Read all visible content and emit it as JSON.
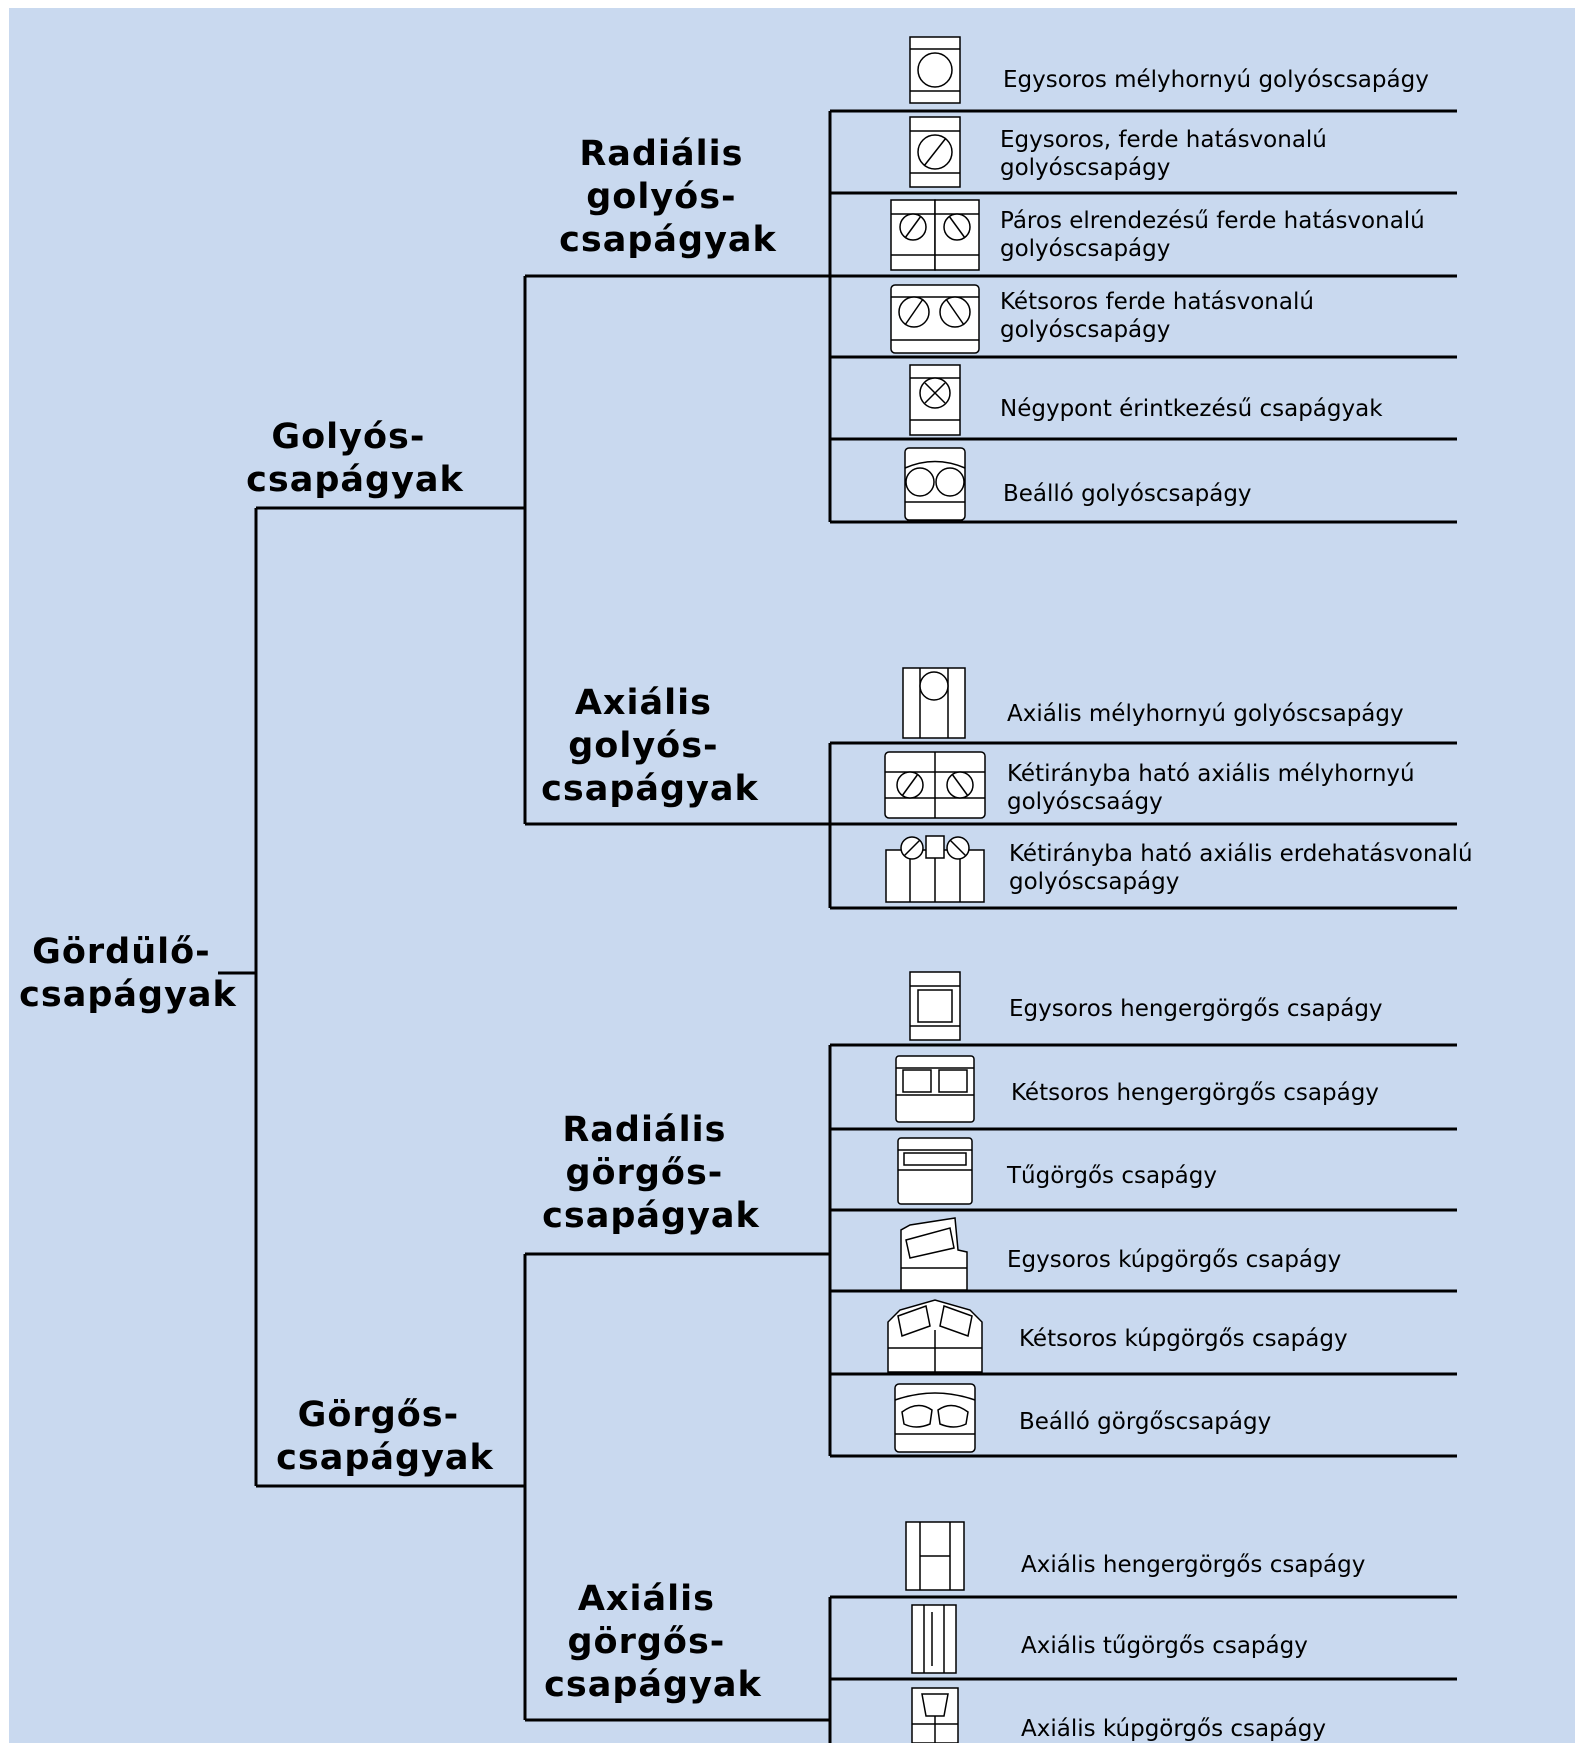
{
  "root": {
    "line1": "Gördülő-",
    "line2": "csapágyak"
  },
  "branches": {
    "ball": {
      "line1": "Golyós-",
      "line2": "csapágyak",
      "radial": {
        "line1": "Radiális",
        "line2": "golyós-",
        "line3": "csapágyak",
        "items": [
          {
            "icon": "deep-groove-ball-bearing-icon",
            "lines": [
              "Egysoros mélyhornyú golyóscsapágy"
            ]
          },
          {
            "icon": "angular-contact-ball-bearing-icon",
            "lines": [
              "Egysoros, ferde hatásvonalú",
              "golyóscsapágy"
            ]
          },
          {
            "icon": "paired-angular-contact-ball-bearing-icon",
            "lines": [
              "Páros elrendezésű ferde hatásvonalú",
              "golyóscsapágy"
            ]
          },
          {
            "icon": "double-row-angular-contact-ball-bearing-icon",
            "lines": [
              "Kétsoros ferde hatásvonalú",
              "golyóscsapágy"
            ]
          },
          {
            "icon": "four-point-contact-bearing-icon",
            "lines": [
              "Négypont érintkezésű csapágyak"
            ]
          },
          {
            "icon": "self-aligning-ball-bearing-icon",
            "lines": [
              "Beálló golyóscsapágy"
            ]
          }
        ]
      },
      "axial": {
        "line1": "Axiális",
        "line2": "golyós-",
        "line3": "csapágyak",
        "items": [
          {
            "icon": "thrust-ball-bearing-icon",
            "lines": [
              "Axiális mélyhornyú golyóscsapágy"
            ]
          },
          {
            "icon": "double-direction-thrust-ball-bearing-icon",
            "lines": [
              "Kétirányba ható axiális mélyhornyú",
              "golyóscsaágy"
            ]
          },
          {
            "icon": "double-direction-angular-thrust-ball-bearing-icon",
            "lines": [
              "Kétirányba ható axiális erdehatásvonalú",
              "golyóscsapágy"
            ]
          }
        ]
      }
    },
    "roller": {
      "line1": "Görgős-",
      "line2": "csapágyak",
      "radial": {
        "line1": "Radiális",
        "line2": "görgős-",
        "line3": "csapágyak",
        "items": [
          {
            "icon": "cylindrical-roller-bearing-icon",
            "lines": [
              "Egysoros hengergörgős csapágy"
            ]
          },
          {
            "icon": "double-row-cylindrical-roller-bearing-icon",
            "lines": [
              "Kétsoros hengergörgős csapágy"
            ]
          },
          {
            "icon": "needle-roller-bearing-icon",
            "lines": [
              "Tűgörgős csapágy"
            ]
          },
          {
            "icon": "tapered-roller-bearing-icon",
            "lines": [
              "Egysoros kúpgörgős csapágy"
            ]
          },
          {
            "icon": "double-row-tapered-roller-bearing-icon",
            "lines": [
              "Kétsoros kúpgörgős csapágy"
            ]
          },
          {
            "icon": "spherical-roller-bearing-icon",
            "lines": [
              "Beálló görgőscsapágy"
            ]
          }
        ]
      },
      "axial": {
        "line1": "Axiális",
        "line2": "görgős-",
        "line3": "csapágyak",
        "items": [
          {
            "icon": "thrust-cylindrical-roller-bearing-icon",
            "lines": [
              "Axiális hengergörgős csapágy"
            ]
          },
          {
            "icon": "thrust-needle-roller-bearing-icon",
            "lines": [
              "Axiális tűgörgős csapágy"
            ]
          },
          {
            "icon": "thrust-tapered-roller-bearing-icon",
            "lines": [
              "Axiális kúpgörgős csapágy"
            ]
          }
        ]
      }
    }
  }
}
